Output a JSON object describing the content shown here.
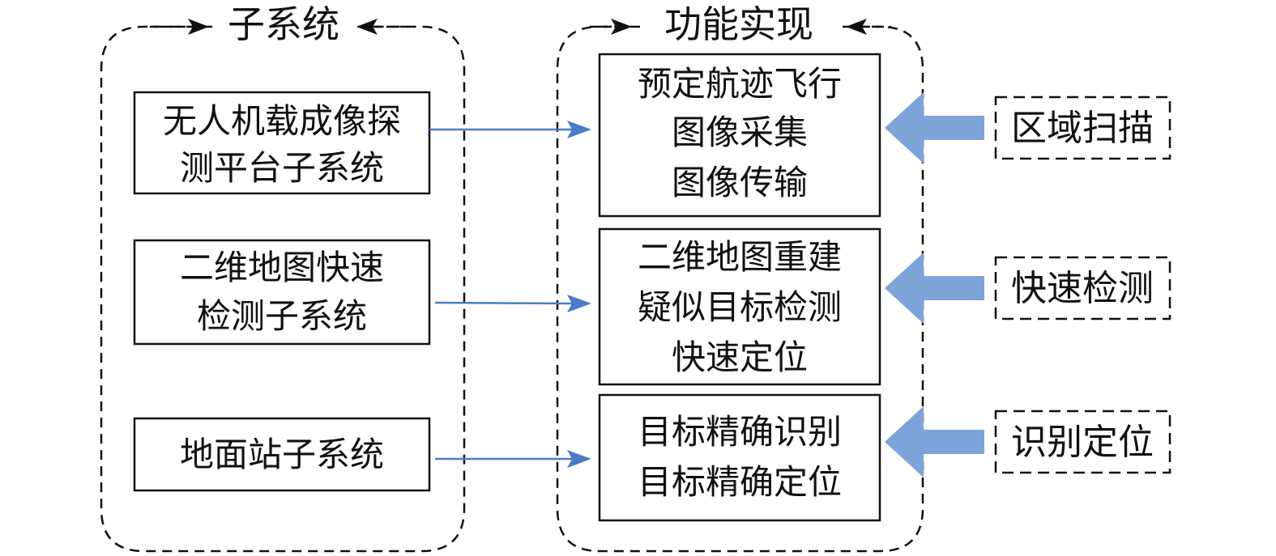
{
  "groups": {
    "subsystems": {
      "title": "子系统"
    },
    "functions": {
      "title": "功能实现"
    }
  },
  "subsystems": [
    {
      "lines": [
        "无人机载成像探",
        "测平台子系统"
      ]
    },
    {
      "lines": [
        "二维地图快速",
        "检测子系统"
      ]
    },
    {
      "lines": [
        "地面站子系统"
      ]
    }
  ],
  "functions": [
    {
      "lines": [
        "预定航迹飞行",
        "图像采集",
        "图像传输"
      ]
    },
    {
      "lines": [
        "二维地图重建",
        "疑似目标检测",
        "快速定位"
      ]
    },
    {
      "lines": [
        "目标精确识别",
        "目标精确定位"
      ]
    }
  ],
  "tags": [
    {
      "label": "区域扫描"
    },
    {
      "label": "快速检测"
    },
    {
      "label": "识别定位"
    }
  ],
  "colors": {
    "connector": "#4a7cc8",
    "fat_arrow": "#7ea3d8",
    "stroke": "#111111"
  }
}
